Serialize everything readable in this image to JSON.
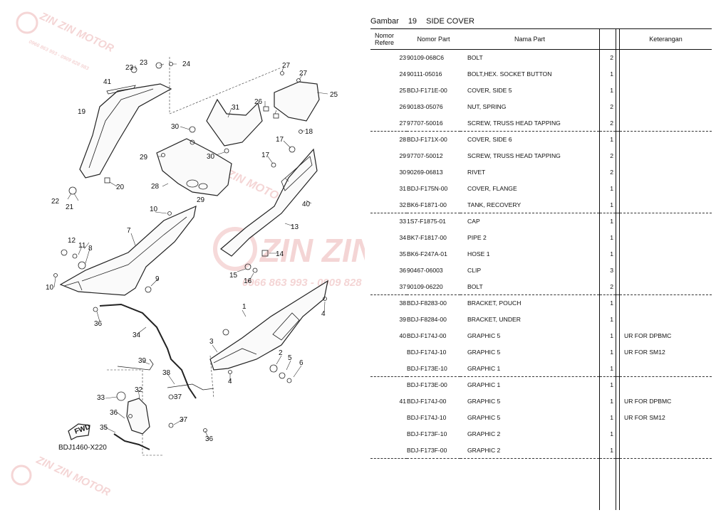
{
  "header": {
    "label": "Gambar",
    "number": "19",
    "title": "SIDE COVER"
  },
  "columns": {
    "ref": "Nomor Refere",
    "part": "Nomor Part",
    "name": "Nama Part",
    "qty": "",
    "note": "Keterangan"
  },
  "parts": [
    {
      "ref": "23",
      "part": "90109-068C6",
      "name": "BOLT",
      "qty": "2",
      "note": ""
    },
    {
      "ref": "24",
      "part": "90111-05016",
      "name": "BOLT,HEX. SOCKET BUTTON",
      "qty": "1",
      "note": ""
    },
    {
      "ref": "25",
      "part": "BDJ-F171E-00",
      "name": "COVER, SIDE 5",
      "qty": "1",
      "note": ""
    },
    {
      "ref": "26",
      "part": "90183-05076",
      "name": "NUT, SPRING",
      "qty": "2",
      "note": ""
    },
    {
      "ref": "27",
      "part": "97707-50016",
      "name": "SCREW, TRUSS HEAD TAPPING",
      "qty": "2",
      "note": ""
    },
    {
      "ref": "28",
      "part": "BDJ-F171X-00",
      "name": "COVER, SIDE 6",
      "qty": "1",
      "note": ""
    },
    {
      "ref": "29",
      "part": "97707-50012",
      "name": "SCREW, TRUSS HEAD TAPPING",
      "qty": "2",
      "note": ""
    },
    {
      "ref": "30",
      "part": "90269-06813",
      "name": "RIVET",
      "qty": "2",
      "note": ""
    },
    {
      "ref": "31",
      "part": "BDJ-F175N-00",
      "name": "COVER, FLANGE",
      "qty": "1",
      "note": ""
    },
    {
      "ref": "32",
      "part": "BK6-F1871-00",
      "name": "TANK, RECOVERY",
      "qty": "1",
      "note": ""
    },
    {
      "ref": "33",
      "part": "1S7-F1875-01",
      "name": "CAP",
      "qty": "1",
      "note": ""
    },
    {
      "ref": "34",
      "part": "BK7-F1817-00",
      "name": "PIPE 2",
      "qty": "1",
      "note": ""
    },
    {
      "ref": "35",
      "part": "BK6-F247A-01",
      "name": "HOSE 1",
      "qty": "1",
      "note": ""
    },
    {
      "ref": "36",
      "part": "90467-06003",
      "name": "CLIP",
      "qty": "3",
      "note": ""
    },
    {
      "ref": "37",
      "part": "90109-06220",
      "name": "BOLT",
      "qty": "2",
      "note": ""
    },
    {
      "ref": "38",
      "part": "BDJ-F8283-00",
      "name": "BRACKET, POUCH",
      "qty": "1",
      "note": ""
    },
    {
      "ref": "39",
      "part": "BDJ-F8284-00",
      "name": "BRACKET, UNDER",
      "qty": "1",
      "note": ""
    },
    {
      "ref": "40",
      "part": "BDJ-F174J-00",
      "name": "GRAPHIC 5",
      "qty": "1",
      "note": "UR FOR DPBMC"
    },
    {
      "ref": "",
      "part": "BDJ-F174J-10",
      "name": "GRAPHIC 5",
      "qty": "1",
      "note": "UR FOR SM12"
    },
    {
      "ref": "",
      "part": "BDJ-F173E-10",
      "name": "GRAPHIC 1",
      "qty": "1",
      "note": ""
    },
    {
      "ref": "",
      "part": "BDJ-F173E-00",
      "name": "GRAPHIC 1",
      "qty": "1",
      "note": ""
    },
    {
      "ref": "41",
      "part": "BDJ-F174J-00",
      "name": "GRAPHIC 5",
      "qty": "1",
      "note": "UR FOR DPBMC"
    },
    {
      "ref": "",
      "part": "BDJ-F174J-10",
      "name": "GRAPHIC 5",
      "qty": "1",
      "note": "UR FOR SM12"
    },
    {
      "ref": "",
      "part": "BDJ-F173F-10",
      "name": "GRAPHIC 2",
      "qty": "1",
      "note": ""
    },
    {
      "ref": "",
      "part": "BDJ-F173F-00",
      "name": "GRAPHIC 2",
      "qty": "1",
      "note": ""
    }
  ],
  "separator_after": [
    4,
    9,
    14,
    19,
    24
  ],
  "diagram": {
    "code": "BDJ1460-X220",
    "fwd_label": "FWD",
    "callouts": [
      "1",
      "2",
      "3",
      "4",
      "4",
      "5",
      "6",
      "7",
      "8",
      "9",
      "10",
      "10",
      "11",
      "12",
      "13",
      "14",
      "15",
      "16",
      "17",
      "17",
      "18",
      "19",
      "20",
      "21",
      "22",
      "23",
      "23",
      "24",
      "25",
      "26",
      "27",
      "27",
      "28",
      "29",
      "29",
      "30",
      "30",
      "31",
      "32",
      "33",
      "34",
      "35",
      "36",
      "36",
      "36",
      "37",
      "37",
      "38",
      "39",
      "40",
      "41"
    ]
  },
  "watermark": {
    "brand": "ZIN ZIN MOTOR",
    "phone": "0966 863 993 - 0909 828 983"
  },
  "colors": {
    "watermark": "#e8a3a3",
    "line": "#111111"
  }
}
